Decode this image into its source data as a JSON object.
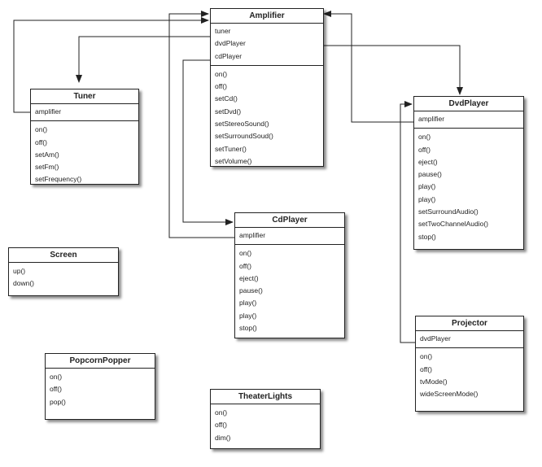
{
  "classes": {
    "amplifier": {
      "name": "Amplifier",
      "attributes": [
        "tuner",
        "dvdPlayer",
        "cdPlayer"
      ],
      "methods": [
        "on()",
        "off()",
        "setCd()",
        "setDvd()",
        "setStereoSound()",
        "setSurroundSoud()",
        "setTuner()",
        "setVolume()"
      ]
    },
    "tuner": {
      "name": "Tuner",
      "attributes": [
        "amplifier"
      ],
      "methods": [
        "on()",
        "off()",
        "setAm()",
        "setFm()",
        "setFrequency()"
      ]
    },
    "dvdplayer": {
      "name": "DvdPlayer",
      "attributes": [
        "amplifier"
      ],
      "methods": [
        "on()",
        "off()",
        "eject()",
        "pause()",
        "play()",
        "play()",
        "setSurroundAudio()",
        "setTwoChannelAudio()",
        "stop()"
      ]
    },
    "cdplayer": {
      "name": "CdPlayer",
      "attributes": [
        "amplifier"
      ],
      "methods": [
        "on()",
        "off()",
        "eject()",
        "pause()",
        "play()",
        "play()",
        "stop()"
      ]
    },
    "screen": {
      "name": "Screen",
      "attributes": [],
      "methods": [
        "up()",
        "down()"
      ]
    },
    "projector": {
      "name": "Projector",
      "attributes": [
        "dvdPlayer"
      ],
      "methods": [
        "on()",
        "off()",
        "tvMode()",
        "wideScreenMode()"
      ]
    },
    "popcornpopper": {
      "name": "PopcornPopper",
      "attributes": [],
      "methods": [
        "on()",
        "off()",
        "pop()"
      ]
    },
    "theaterlights": {
      "name": "TheaterLights",
      "attributes": [],
      "methods": [
        "on()",
        "off()",
        "dim()"
      ]
    }
  }
}
